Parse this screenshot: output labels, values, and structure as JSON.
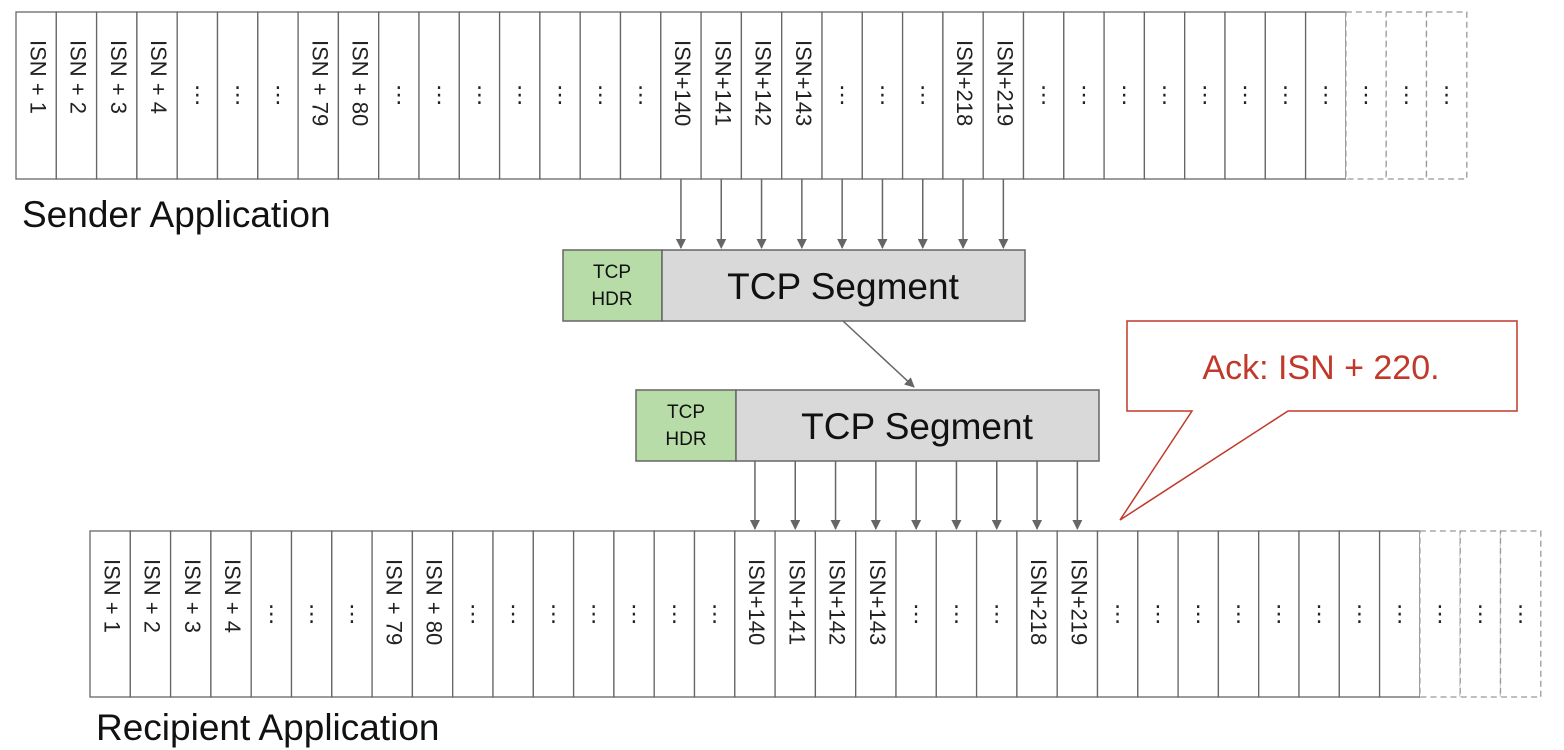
{
  "sender_buffer": {
    "label": "Sender Application",
    "cells": [
      "ISN + 1",
      "ISN + 2",
      "ISN + 3",
      "ISN + 4",
      "⋮",
      "⋮",
      "⋮",
      "ISN + 79",
      "ISN + 80",
      "⋮",
      "⋮",
      "⋮",
      "⋮",
      "⋮",
      "⋮",
      "⋮",
      "ISN+140",
      "ISN+141",
      "ISN+142",
      "ISN+143",
      "⋮",
      "⋮",
      "⋮",
      "ISN+218",
      "ISN+219",
      "⋮",
      "⋮",
      "⋮",
      "⋮",
      "⋮",
      "⋮",
      "⋮",
      "⋮",
      "⋮",
      "⋮",
      "⋮"
    ],
    "dashed_cells": 3
  },
  "segment_sent": {
    "header": [
      "TCP",
      "HDR"
    ],
    "body": "TCP Segment"
  },
  "segment_received": {
    "header": [
      "TCP",
      "HDR"
    ],
    "body": "TCP Segment"
  },
  "recipient_buffer": {
    "label": "Recipient Application",
    "cells": [
      "ISN + 1",
      "ISN + 2",
      "ISN + 3",
      "ISN + 4",
      "⋮",
      "⋮",
      "⋮",
      "ISN + 79",
      "ISN + 80",
      "⋮",
      "⋮",
      "⋮",
      "⋮",
      "⋮",
      "⋮",
      "⋮",
      "ISN+140",
      "ISN+141",
      "ISN+142",
      "ISN+143",
      "⋮",
      "⋮",
      "⋮",
      "ISN+218",
      "ISN+219",
      "⋮",
      "⋮",
      "⋮",
      "⋮",
      "⋮",
      "⋮",
      "⋮",
      "⋮",
      "⋮",
      "⋮",
      "⋮"
    ],
    "dashed_cells": 3
  },
  "ack_callout": {
    "text": "Ack: ISN + 220."
  },
  "colors": {
    "header_fill": "#b7dca8",
    "segment_fill": "#d9d9d9",
    "callout": "#c0392b",
    "line": "#666666"
  }
}
